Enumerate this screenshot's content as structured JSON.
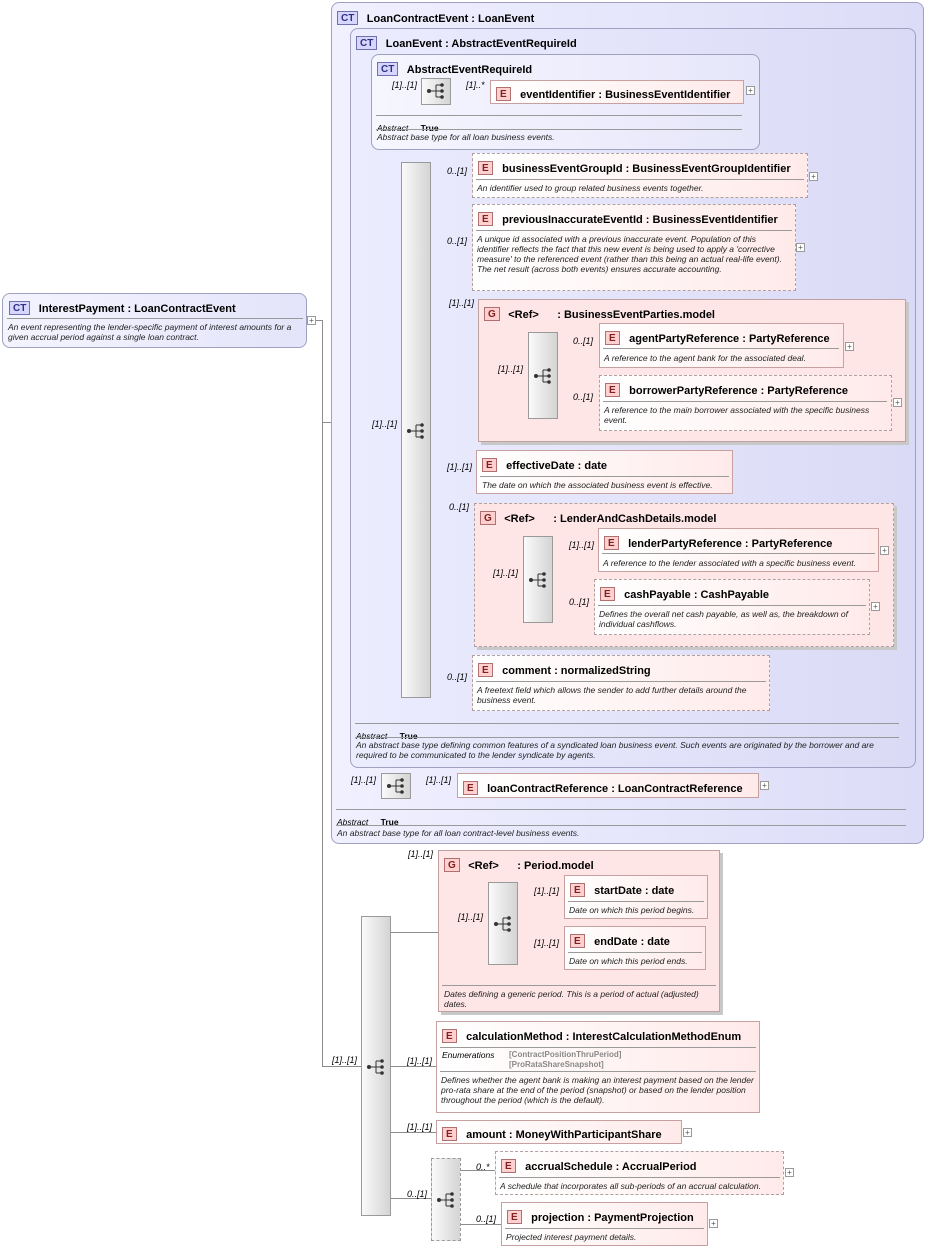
{
  "root": {
    "badge": "CT",
    "title": "InterestPayment : LoanContractEvent",
    "doc": "An event representing the lender-specific payment of interest amounts for a given accrual period against a single loan contract."
  },
  "lce": {
    "badge": "CT",
    "title": "LoanContractEvent : LoanEvent",
    "abstract_label": "Abstract",
    "abstract_value": "True",
    "doc": "An abstract base type for all loan contract-level business events."
  },
  "le": {
    "badge": "CT",
    "title": "LoanEvent : AbstractEventRequireId",
    "abstract_label": "Abstract",
    "abstract_value": "True",
    "doc": "An abstract base type defining common features of a syndicated loan business event. Such events are originated by the borrower and are required to be communicated to the lender syndicate by agents."
  },
  "aer": {
    "badge": "CT",
    "title": "AbstractEventRequireId",
    "abstract_label": "Abstract",
    "abstract_value": "True",
    "doc": "Abstract base type for all loan business events.",
    "mult_seq": "[1]..[1]",
    "mult_el": "[1]..*",
    "element": {
      "badge": "E",
      "title": "eventIdentifier : BusinessEventIdentifier"
    }
  },
  "le_seq_mult": "[1]..[1]",
  "bega": {
    "badge": "E",
    "mult": "0..[1]",
    "title": "businessEventGroupId : BusinessEventGroupIdentifier",
    "doc": "An identifier used to group related business events together."
  },
  "pie": {
    "badge": "E",
    "mult": "0..[1]",
    "title": "previousInaccurateEventId : BusinessEventIdentifier",
    "doc": "A unique id associated with a previous inaccurate event. Population of this identifier reflects the fact that this new event is being used to apply a 'corrective measure' to the referenced event (rather than this being an actual real-life event). The net result (across both events) ensures accurate accounting."
  },
  "bep": {
    "badge": "G",
    "mult": "[1]..[1]",
    "ref": "<Ref>",
    "title": ": BusinessEventParties.model",
    "seq_mult": "[1]..[1]",
    "agent": {
      "badge": "E",
      "mult": "0..[1]",
      "title": "agentPartyReference : PartyReference",
      "doc": "A reference to the agent bank for the associated deal."
    },
    "borrower": {
      "badge": "E",
      "mult": "0..[1]",
      "title": "borrowerPartyReference : PartyReference",
      "doc": "A reference to the main borrower associated with the specific business event."
    }
  },
  "eff": {
    "badge": "E",
    "mult": "[1]..[1]",
    "title": "effectiveDate : date",
    "doc": "The date on which the associated business event is effective."
  },
  "lac": {
    "badge": "G",
    "mult": "0..[1]",
    "ref": "<Ref>",
    "title": ": LenderAndCashDetails.model",
    "seq_mult": "[1]..[1]",
    "lender": {
      "badge": "E",
      "mult": "[1]..[1]",
      "title": "lenderPartyReference : PartyReference",
      "doc": "A reference to the lender associated with a specific business event."
    },
    "cash": {
      "badge": "E",
      "mult": "0..[1]",
      "title": "cashPayable : CashPayable",
      "doc": "Defines the overall net cash payable, as well as, the breakdown of individual cashflows."
    }
  },
  "comment": {
    "badge": "E",
    "mult": "0..[1]",
    "title": "comment : normalizedString",
    "doc": "A freetext field which allows the sender to add further details around the business event."
  },
  "lcr": {
    "seq_mult": "[1]..[1]",
    "mult": "[1]..[1]",
    "badge": "E",
    "title": "loanContractReference : LoanContractReference"
  },
  "main_seq_mult": "[1]..[1]",
  "period": {
    "badge": "G",
    "mult": "[1]..[1]",
    "ref": "<Ref>",
    "title": ": Period.model",
    "seq_mult": "[1]..[1]",
    "doc": "Dates defining a generic period. This is a period of actual (adjusted) dates.",
    "start": {
      "badge": "E",
      "mult": "[1]..[1]",
      "title": "startDate : date",
      "doc": "Date on which this period begins."
    },
    "end": {
      "badge": "E",
      "mult": "[1]..[1]",
      "title": "endDate : date",
      "doc": "Date on which this period ends."
    }
  },
  "calc": {
    "badge": "E",
    "mult": "[1]..[1]",
    "title": "calculationMethod : InterestCalculationMethodEnum",
    "enum_label": "Enumerations",
    "enum_values": [
      "[ContractPositionThruPeriod]",
      "[ProRataShareSnapshot]"
    ],
    "doc": "Defines whether the agent bank is making an interest payment based on the lender pro-rata share at the end of the period (snapshot) or based on the lender position throughout the period (which is the default)."
  },
  "amount": {
    "badge": "E",
    "mult": "[1]..[1]",
    "title": "amount : MoneyWithParticipantShare"
  },
  "choice_mult": "0..[1]",
  "accrual": {
    "badge": "E",
    "mult": "0..*",
    "title": "accrualSchedule : AccrualPeriod",
    "doc": "A schedule that incorporates all sub-periods of an accrual calculation."
  },
  "proj": {
    "badge": "E",
    "mult": "0..[1]",
    "title": "projection : PaymentProjection",
    "doc": "Projected interest payment details."
  },
  "plus_glyph": "+"
}
